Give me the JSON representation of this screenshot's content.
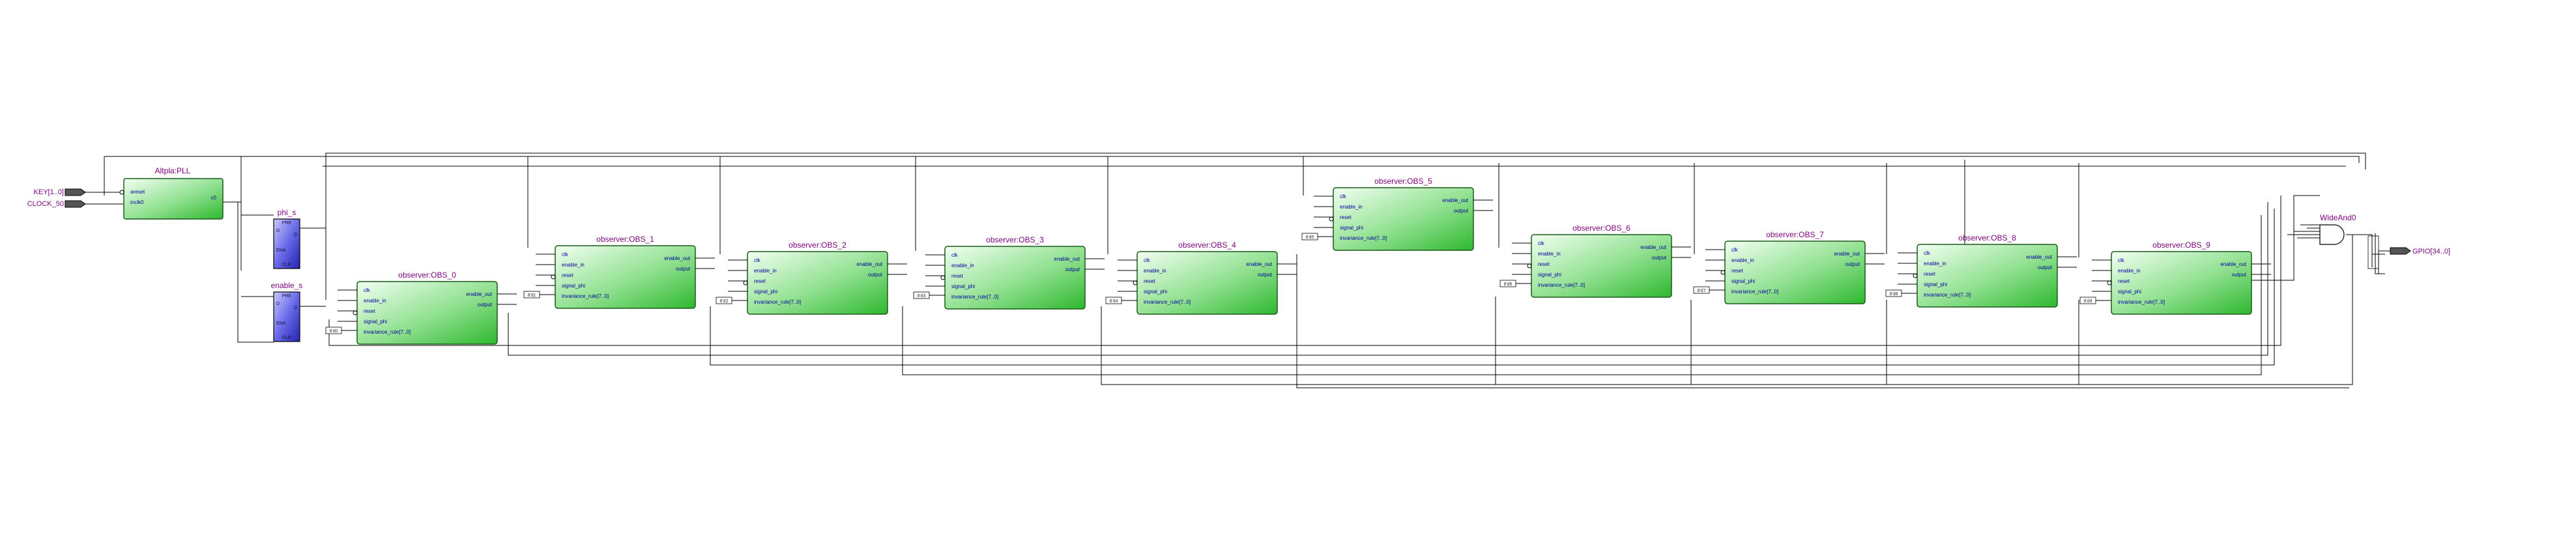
{
  "diagram": {
    "inputs": [
      {
        "id": "key",
        "label": "KEY[1..0]"
      },
      {
        "id": "clock",
        "label": "CLOCK_50"
      }
    ],
    "output": {
      "label": "GPIO[34..0]"
    },
    "pll": {
      "title": "Altpla:PLL",
      "ports_in": [
        "areset",
        "inclk0"
      ],
      "ports_out": [
        "c0"
      ]
    },
    "regs": [
      {
        "id": "phi_s",
        "title": "phi_s",
        "ports": [
          "PRE",
          "D",
          "Q",
          "ENA",
          "CLR"
        ]
      },
      {
        "id": "enable_s",
        "title": "enable_s",
        "ports": [
          "PRE",
          "D",
          "Q",
          "ENA",
          "CLR"
        ]
      }
    ],
    "observer_ports_in": [
      "clk",
      "enable_in",
      "reset",
      "signal_phi",
      "invariance_rule[7..0]"
    ],
    "observer_ports_out": [
      "enable_out",
      "output"
    ],
    "observers": [
      {
        "title": "observer:OBS_0",
        "const": "8'd0"
      },
      {
        "title": "observer:OBS_1",
        "const": "8'd1"
      },
      {
        "title": "observer:OBS_2",
        "const": "8'd2"
      },
      {
        "title": "observer:OBS_3",
        "const": "8'd3"
      },
      {
        "title": "observer:OBS_4",
        "const": "8'd4"
      },
      {
        "title": "observer:OBS_5",
        "const": "8'd5"
      },
      {
        "title": "observer:OBS_6",
        "const": "8'd6"
      },
      {
        "title": "observer:OBS_7",
        "const": "8'd7"
      },
      {
        "title": "observer:OBS_8",
        "const": "8'd8"
      },
      {
        "title": "observer:OBS_9",
        "const": "8'd9"
      }
    ],
    "gate": {
      "title": "WideAnd0"
    }
  }
}
